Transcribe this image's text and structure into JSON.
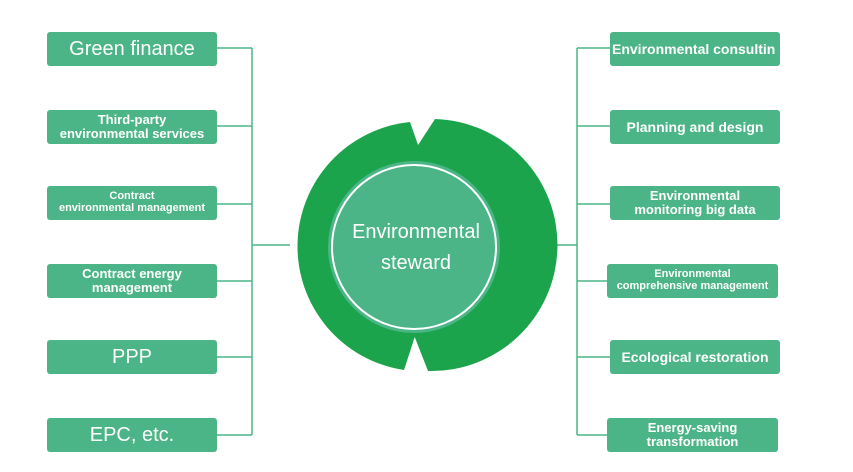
{
  "colors": {
    "box": "#4cb587",
    "ring": "#1ca44c",
    "inner": "#4cb587",
    "line": "#4cb587"
  },
  "center": {
    "label": "Environmental\nsteward"
  },
  "left": [
    {
      "label": "Green finance"
    },
    {
      "label": "Third-party\nenvironmental services"
    },
    {
      "label": "Contract\nenvironmental management"
    },
    {
      "label": "Contract energy\nmanagement"
    },
    {
      "label": "PPP"
    },
    {
      "label": "EPC, etc."
    }
  ],
  "right": [
    {
      "label": "Environmental consultin"
    },
    {
      "label": "Planning and design"
    },
    {
      "label": "Environmental\nmonitoring big data"
    },
    {
      "label": "Environmental\ncomprehensive management"
    },
    {
      "label": "Ecological restoration"
    },
    {
      "label": "Energy-saving\ntransformation"
    }
  ]
}
